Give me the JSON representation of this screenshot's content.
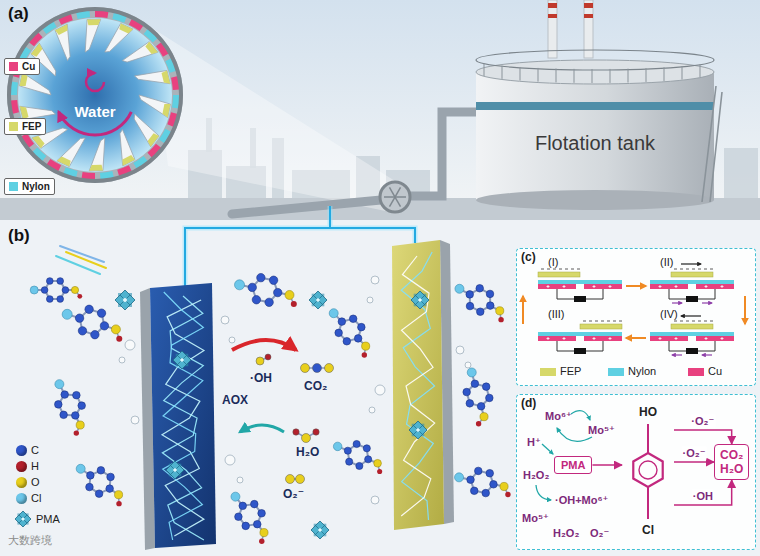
{
  "diagram": {
    "nodes": [
      {
        "text": [
          "Water"
        ]
      },
      {
        "text": [
          "Flotation tank"
        ]
      },
      {
        "text": [
          "(c)"
        ]
      },
      {
        "text": [
          "(d)"
        ]
      },
      {
        "text": [
          "PMA"
        ],
        "in": 3
      },
      {
        "text": [
          "HO",
          "Cl"
        ],
        "in": 3
      },
      {
        "text": [
          "CO₂ H₂O"
        ],
        "in": 3
      }
    ],
    "edges": [
      {
        "from": 4,
        "to": 5,
        "arrow": "to"
      },
      {
        "from": 5,
        "to": 6,
        "label": "·O₂⁻",
        "arrow": "to"
      },
      {
        "from": 5,
        "to": 6,
        "label": "·O₂⁻",
        "arrow": "to"
      },
      {
        "from": 5,
        "to": 6,
        "label": "·OH",
        "arrow": "to"
      }
    ],
    "labels": [
      "(a)",
      "(b)",
      "·OH",
      "CO₂",
      "H₂O",
      "AOX",
      "O₂⁻",
      "(I)",
      "(II)",
      "(III)",
      "(IV)",
      "Mo⁶⁺",
      "Mo⁵⁺",
      "H⁺",
      "H₂O₂",
      "·OH+Mo⁶⁺",
      "Mo⁵⁺",
      "H₂O₂",
      "O₂⁻",
      "大数跨境"
    ],
    "legend": [
      {
        "text": "Cu",
        "color": "#e8417f"
      },
      {
        "text": "FEP",
        "color": "#d6d86a"
      },
      {
        "text": "Nylon",
        "color": "#5fd0e2"
      },
      {
        "text": "C",
        "color": "#2f56c9"
      },
      {
        "text": "H",
        "color": "#b3202c"
      },
      {
        "text": "O",
        "color": "#e8cf1c"
      },
      {
        "text": "Cl",
        "color": "#6cc7ea"
      },
      {
        "text": "PMA"
      },
      {
        "text": "FEP",
        "color": "#d6d86a"
      },
      {
        "text": "Nylon",
        "color": "#5fd0e2"
      },
      {
        "text": "Cu",
        "color": "#e8417f"
      }
    ]
  }
}
